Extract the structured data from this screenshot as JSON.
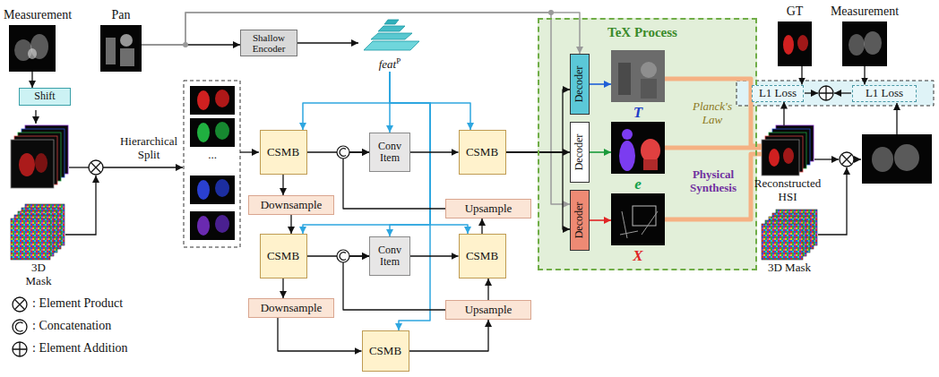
{
  "diagram": {
    "nodes": [
      {
        "text": [
          "Measurement"
        ]
      },
      {
        "text": [
          "Pan"
        ]
      },
      {
        "text": [
          "Shallow Encoder"
        ]
      },
      {
        "text": [
          "feat",
          "P"
        ]
      },
      {
        "text": [
          "Shift"
        ]
      },
      {
        "text": [
          "3D Mask"
        ]
      },
      {
        "text": [
          "CSMB"
        ]
      },
      {
        "text": [
          "Conv Item"
        ]
      },
      {
        "text": [
          "CSMB"
        ]
      },
      {
        "text": [
          "Downsample"
        ]
      },
      {
        "text": [
          "CSMB"
        ]
      },
      {
        "text": [
          "Conv Item"
        ]
      },
      {
        "text": [
          "CSMB"
        ]
      },
      {
        "text": [
          "Upsample"
        ]
      },
      {
        "text": [
          "Downsample"
        ]
      },
      {
        "text": [
          "CSMB"
        ]
      },
      {
        "text": [
          "Upsample"
        ]
      },
      {
        "text": [
          "TeX Process"
        ]
      },
      {
        "text": [
          "Decoder"
        ],
        "in": 17
      },
      {
        "text": [
          "Decoder"
        ],
        "in": 17
      },
      {
        "text": [
          "Decoder"
        ],
        "in": 17
      },
      {
        "text": [
          "T"
        ],
        "in": 17
      },
      {
        "text": [
          "e"
        ],
        "in": 17
      },
      {
        "text": [
          "X"
        ],
        "in": 17
      },
      {
        "text": [
          "GT"
        ]
      },
      {
        "text": [
          "Measurement"
        ]
      },
      {
        "text": [
          "L1 Loss"
        ]
      },
      {
        "text": [
          "L1 Loss"
        ]
      },
      {
        "text": [
          "Reconstructed HSI"
        ]
      },
      {
        "text": [
          "3D Mask"
        ]
      }
    ],
    "edges": [
      {
        "from": 0,
        "to": 4,
        "arrow": "to"
      },
      {
        "from": 1,
        "to": 2,
        "arrow": "to"
      },
      {
        "from": 2,
        "to": 3,
        "arrow": "to"
      },
      {
        "from": 3,
        "to": 6,
        "arrow": "to"
      },
      {
        "from": 3,
        "to": 8,
        "arrow": "to"
      },
      {
        "from": 3,
        "to": 7,
        "arrow": "to"
      },
      {
        "from": 3,
        "to": 10,
        "arrow": "to"
      },
      {
        "from": 3,
        "to": 12,
        "arrow": "to"
      },
      {
        "from": 3,
        "to": 11,
        "arrow": "to"
      },
      {
        "from": 3,
        "to": 15,
        "arrow": "to"
      },
      {
        "from": 6,
        "to": 7,
        "arrow": "to"
      },
      {
        "from": 7,
        "to": 8,
        "arrow": "to"
      },
      {
        "from": 6,
        "to": 9,
        "arrow": "to"
      },
      {
        "from": 9,
        "to": 10,
        "arrow": "to"
      },
      {
        "from": 10,
        "to": 11,
        "arrow": "to"
      },
      {
        "from": 11,
        "to": 12,
        "arrow": "to"
      },
      {
        "from": 10,
        "to": 14,
        "arrow": "to"
      },
      {
        "from": 14,
        "to": 15,
        "arrow": "to"
      },
      {
        "from": 15,
        "to": 16,
        "arrow": "to"
      },
      {
        "from": 16,
        "to": 12,
        "arrow": "to"
      },
      {
        "from": 16,
        "to": 11,
        "arrow": "to"
      },
      {
        "from": 12,
        "to": 13,
        "arrow": "to"
      },
      {
        "from": 13,
        "to": 7,
        "arrow": "to"
      },
      {
        "from": 1,
        "to": 18,
        "arrow": "to"
      },
      {
        "from": 1,
        "to": 20,
        "arrow": "to"
      },
      {
        "from": 8,
        "to": 18,
        "arrow": "to"
      },
      {
        "from": 8,
        "to": 19,
        "arrow": "to"
      },
      {
        "from": 8,
        "to": 20,
        "arrow": "to"
      },
      {
        "from": 18,
        "to": 21,
        "arrow": "to"
      },
      {
        "from": 19,
        "to": 22,
        "arrow": "to"
      },
      {
        "from": 20,
        "to": 23,
        "arrow": "to"
      },
      {
        "from": 21,
        "to": 28,
        "arrow": "none"
      },
      {
        "from": 22,
        "to": 28,
        "arrow": "none"
      },
      {
        "from": 23,
        "to": 28,
        "arrow": "none"
      },
      {
        "from": 24,
        "to": 26,
        "arrow": "to"
      },
      {
        "from": 28,
        "to": 26,
        "arrow": "to"
      },
      {
        "from": 25,
        "to": 27,
        "arrow": "to"
      }
    ],
    "labels": [
      "Hierarchical Split",
      "...",
      "Planck's Law",
      "Physical Synthesis"
    ],
    "legend": [
      {
        "text": ": Element Product"
      },
      {
        "text": ": Concatenation"
      },
      {
        "text": ": Element Addition"
      }
    ]
  }
}
